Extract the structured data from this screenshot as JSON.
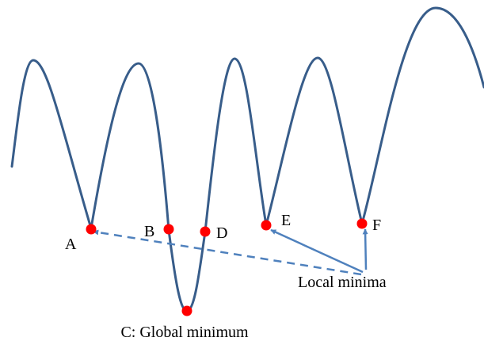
{
  "diagram": {
    "colors": {
      "curve": "#385d8a",
      "point": "#ff0000",
      "arrow": "#4f81bd",
      "text": "#000000"
    },
    "labels": {
      "A": "A",
      "B": "B",
      "C": "C: Global minimum",
      "D": "D",
      "E": "E",
      "F": "F",
      "local": "Local minima"
    }
  }
}
